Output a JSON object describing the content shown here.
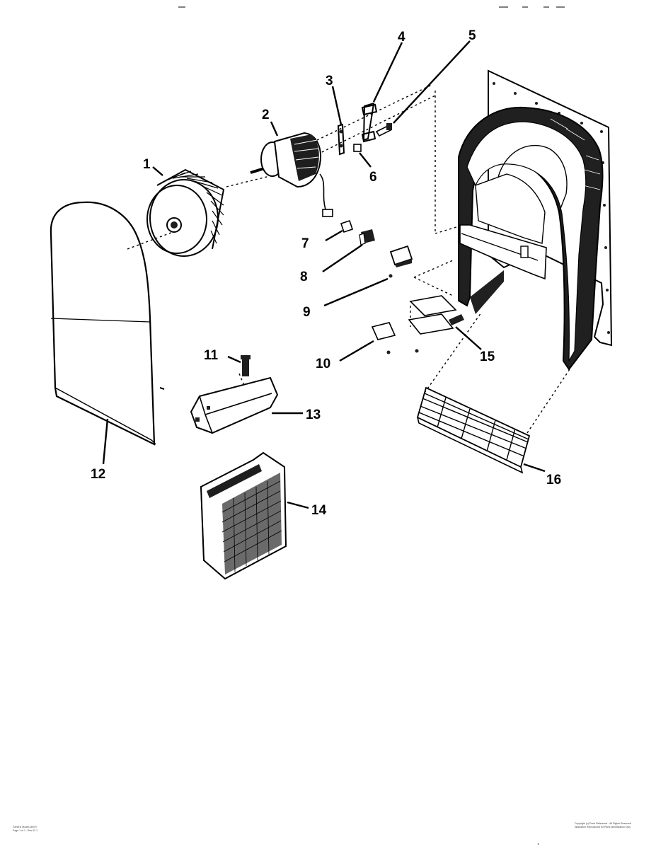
{
  "callouts": [
    "1",
    "2",
    "3",
    "4",
    "5",
    "6",
    "7",
    "8",
    "9",
    "10",
    "11",
    "12",
    "13",
    "14",
    "15",
    "16"
  ],
  "footer": {
    "left": [
      "Generic Model A6979",
      "Page 1 of 1 - Rev 03 1"
    ],
    "right": [
      "Copyright (c) Parts Reference - All Rights Reserved",
      "Illustration Reproduced for Parts Identification Only"
    ]
  }
}
